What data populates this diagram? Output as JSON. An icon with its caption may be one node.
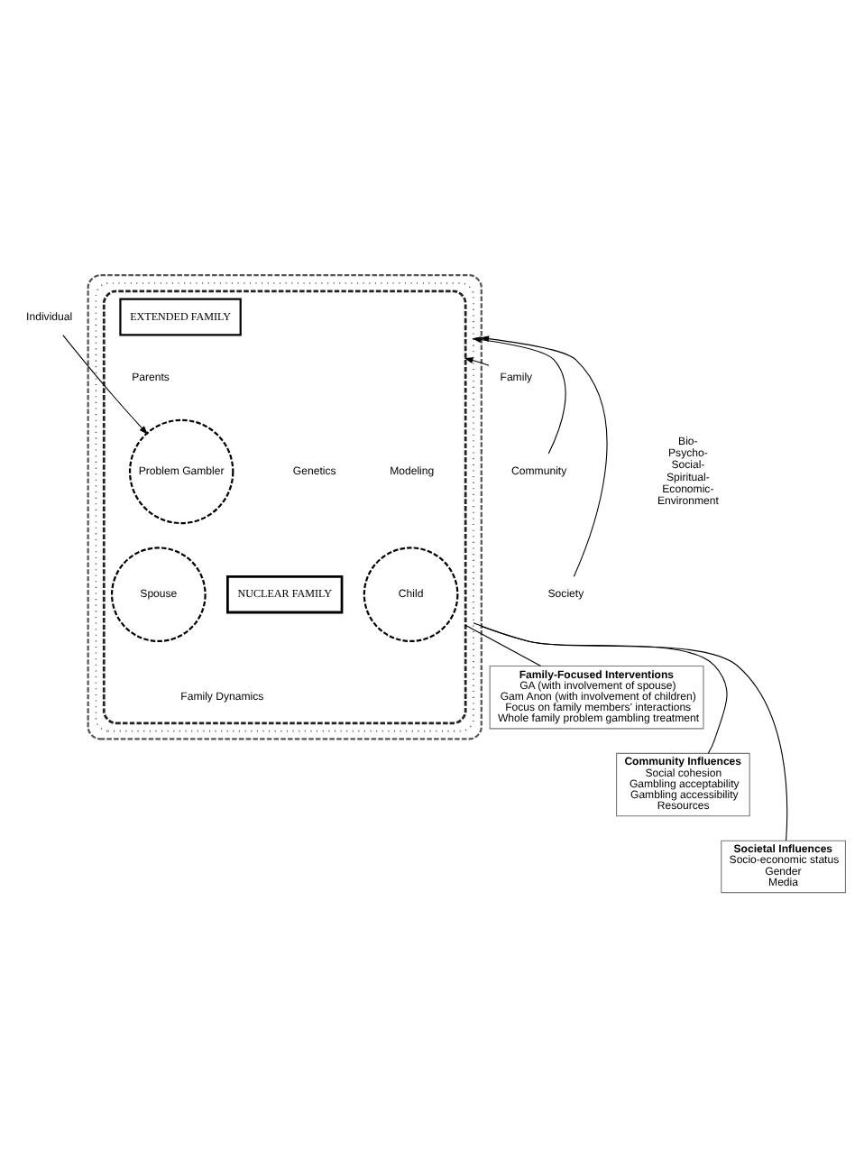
{
  "diagram": {
    "nodes": [
      {
        "text": [],
        "shape": "ellipse"
      },
      {
        "text": [],
        "shape": "ellipse",
        "in": 0
      },
      {
        "text": [],
        "shape": "ellipse",
        "in": 1
      },
      {
        "text": [
          "EXTENDED FAMILY"
        ],
        "in": 2
      },
      {
        "text": [
          "Problem Gambler"
        ],
        "in": 2
      },
      {
        "text": [
          "NUCLEAR FAMILY"
        ],
        "in": 2
      },
      {
        "text": [
          "Spouse"
        ],
        "in": 2
      },
      {
        "text": [
          "Child"
        ],
        "in": 2
      },
      {
        "text": [
          "Individual"
        ]
      },
      {
        "text": [
          "Family"
        ]
      },
      {
        "text": [
          "Community"
        ]
      },
      {
        "text": [
          "Society"
        ]
      },
      {
        "text": [
          "Family-Focused Interventions",
          "GA (with involvement of spouse)",
          "Gam Anon (with involvement of children)",
          "Focus on family members' interactions",
          "Whole family problem gambling treatment"
        ]
      },
      {
        "text": [
          "Community Influences",
          "Social cohesion",
          "Gambling acceptability",
          "Gambling accessibility",
          "Resources"
        ]
      },
      {
        "text": [
          "Societal Influences",
          "Socio-economic status",
          "Gender",
          "Media"
        ]
      }
    ],
    "edges": [
      {
        "from": 8,
        "to": 4,
        "arrow": "to"
      },
      {
        "from": 9,
        "to": 2,
        "arrow": "to"
      },
      {
        "from": 10,
        "to": 1,
        "arrow": "to"
      },
      {
        "from": 11,
        "to": 0,
        "arrow": "to"
      },
      {
        "from": 2,
        "to": 12,
        "arrow": "none"
      },
      {
        "from": 1,
        "to": 13,
        "arrow": "none"
      },
      {
        "from": 0,
        "to": 14,
        "arrow": "none"
      }
    ],
    "labels": [
      "Bio- Psycho- Social- Spiritual- Economic- Environment",
      "Parents",
      "Modeling",
      "Genetics",
      "Family Dynamics"
    ]
  }
}
